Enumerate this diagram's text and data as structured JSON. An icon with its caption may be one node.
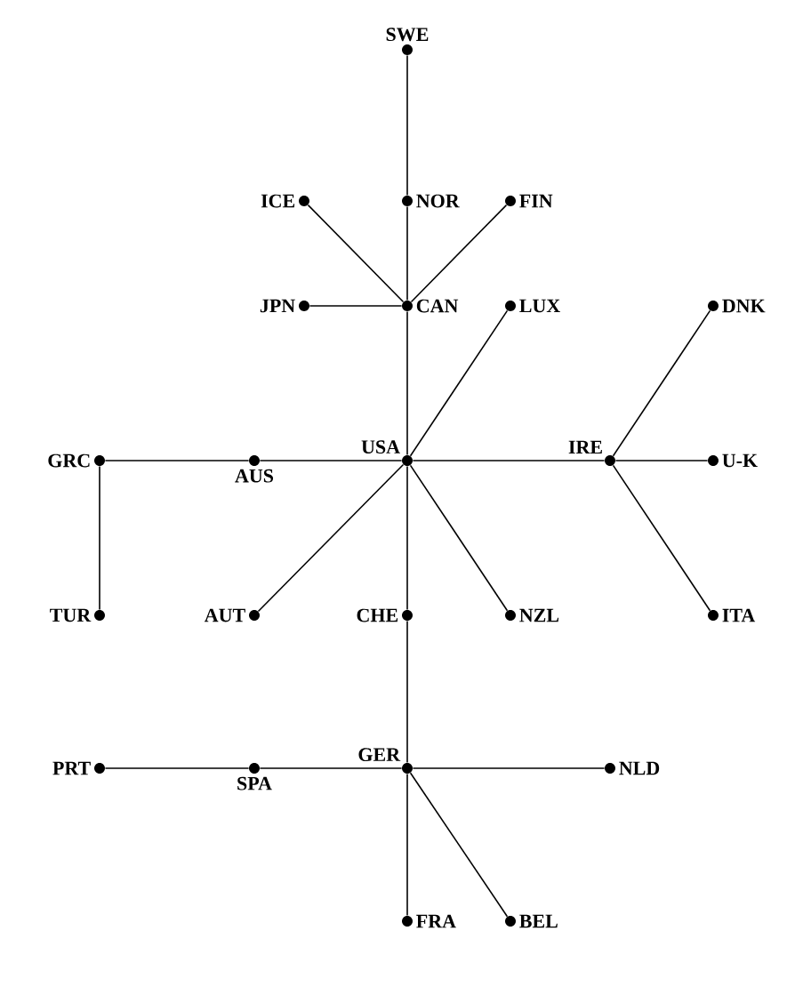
{
  "diagram": {
    "nodes": [
      {
        "text": [
          "SWE"
        ]
      },
      {
        "text": [
          "ICE"
        ]
      },
      {
        "text": [
          "NOR"
        ]
      },
      {
        "text": [
          "FIN"
        ]
      },
      {
        "text": [
          "JPN"
        ]
      },
      {
        "text": [
          "CAN"
        ]
      },
      {
        "text": [
          "LUX"
        ]
      },
      {
        "text": [
          "DNK"
        ]
      },
      {
        "text": [
          "GRC"
        ]
      },
      {
        "text": [
          "AUS"
        ]
      },
      {
        "text": [
          "USA"
        ]
      },
      {
        "text": [
          "IRE"
        ]
      },
      {
        "text": [
          "U-K"
        ]
      },
      {
        "text": [
          "TUR"
        ]
      },
      {
        "text": [
          "AUT"
        ]
      },
      {
        "text": [
          "CHE"
        ]
      },
      {
        "text": [
          "NZL"
        ]
      },
      {
        "text": [
          "ITA"
        ]
      },
      {
        "text": [
          "PRT"
        ]
      },
      {
        "text": [
          "SPA"
        ]
      },
      {
        "text": [
          "GER"
        ]
      },
      {
        "text": [
          "NLD"
        ]
      },
      {
        "text": [
          "FRA"
        ]
      },
      {
        "text": [
          "BEL"
        ]
      }
    ],
    "edges": [
      {
        "from": 0,
        "to": 2,
        "arrow": "none"
      },
      {
        "from": 2,
        "to": 5,
        "arrow": "none"
      },
      {
        "from": 1,
        "to": 5,
        "arrow": "none"
      },
      {
        "from": 3,
        "to": 5,
        "arrow": "none"
      },
      {
        "from": 4,
        "to": 5,
        "arrow": "none"
      },
      {
        "from": 5,
        "to": 10,
        "arrow": "none"
      },
      {
        "from": 6,
        "to": 10,
        "arrow": "none"
      },
      {
        "from": 8,
        "to": 9,
        "arrow": "none"
      },
      {
        "from": 9,
        "to": 10,
        "arrow": "none"
      },
      {
        "from": 10,
        "to": 11,
        "arrow": "none"
      },
      {
        "from": 11,
        "to": 12,
        "arrow": "none"
      },
      {
        "from": 7,
        "to": 11,
        "arrow": "none"
      },
      {
        "from": 11,
        "to": 17,
        "arrow": "none"
      },
      {
        "from": 8,
        "to": 13,
        "arrow": "none"
      },
      {
        "from": 14,
        "to": 10,
        "arrow": "none"
      },
      {
        "from": 10,
        "to": 16,
        "arrow": "none"
      },
      {
        "from": 10,
        "to": 15,
        "arrow": "none"
      },
      {
        "from": 15,
        "to": 20,
        "arrow": "none"
      },
      {
        "from": 18,
        "to": 19,
        "arrow": "none"
      },
      {
        "from": 19,
        "to": 20,
        "arrow": "none"
      },
      {
        "from": 20,
        "to": 21,
        "arrow": "none"
      },
      {
        "from": 20,
        "to": 22,
        "arrow": "none"
      },
      {
        "from": 20,
        "to": 23,
        "arrow": "none"
      }
    ]
  }
}
